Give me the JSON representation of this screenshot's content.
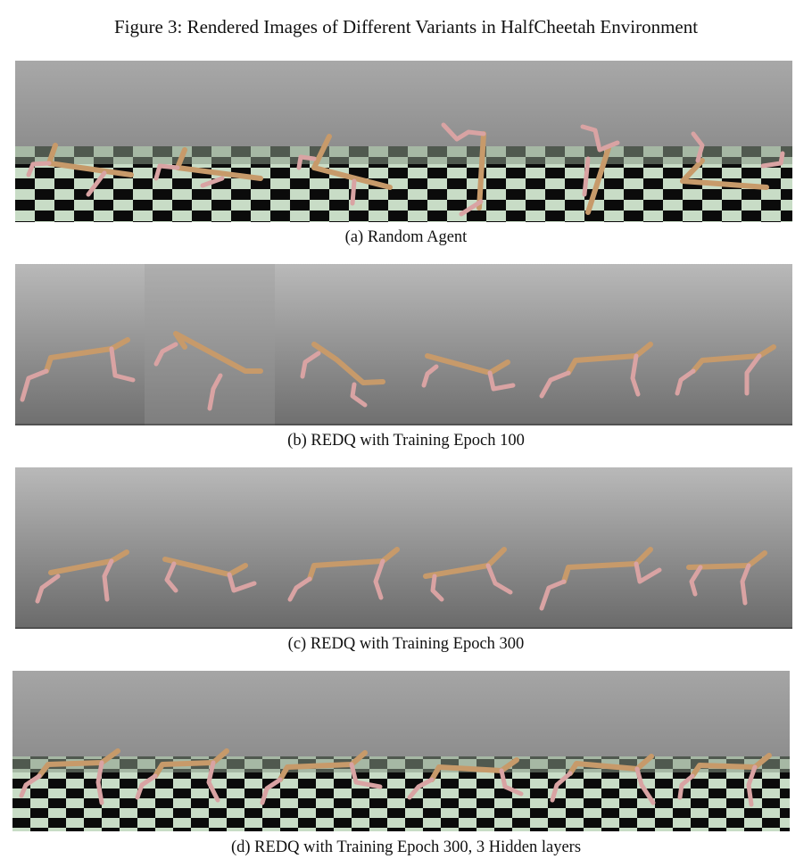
{
  "figure": {
    "title": "Figure 3: Rendered Images of Different Variants in HalfCheetah Environment"
  },
  "panels": [
    {
      "id": "a",
      "caption": "(a) Random Agent",
      "floor": "checker",
      "frames": 6
    },
    {
      "id": "b",
      "caption": "(b) REDQ with Training Epoch 100",
      "floor": "plain",
      "frames": 6
    },
    {
      "id": "c",
      "caption": "(c) REDQ with Training Epoch 300",
      "floor": "plain",
      "frames": 6
    },
    {
      "id": "d",
      "caption": "(d) REDQ with Training Epoch 300, 3 Hidden layers",
      "floor": "checker",
      "frames": 6
    }
  ],
  "colors": {
    "body": "#c79a6a",
    "leg": "#d9a3a3",
    "floor_light": "#c8dcc6",
    "floor_dark": "#0b0b0b"
  }
}
